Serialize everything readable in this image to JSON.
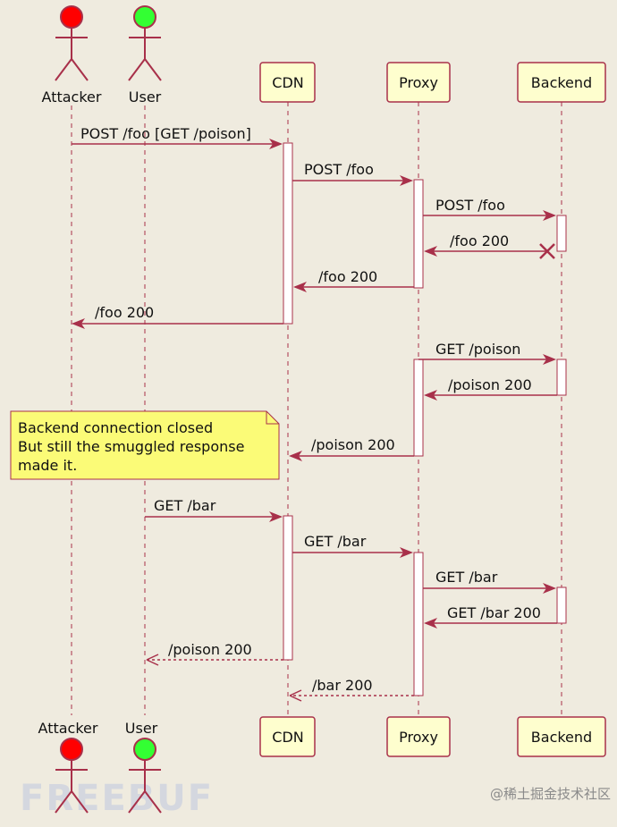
{
  "participants": [
    {
      "id": "attacker",
      "label": "Attacker",
      "kind": "actor",
      "color": "#ff0000"
    },
    {
      "id": "user",
      "label": "User",
      "kind": "actor",
      "color": "#33ff33"
    },
    {
      "id": "cdn",
      "label": "CDN",
      "kind": "participant"
    },
    {
      "id": "proxy",
      "label": "Proxy",
      "kind": "participant"
    },
    {
      "id": "backend",
      "label": "Backend",
      "kind": "participant"
    }
  ],
  "messages": [
    {
      "from": "attacker",
      "to": "cdn",
      "label": "POST /foo [GET /poison]",
      "style": "solid"
    },
    {
      "from": "cdn",
      "to": "proxy",
      "label": "POST /foo",
      "style": "solid"
    },
    {
      "from": "proxy",
      "to": "backend",
      "label": "POST /foo",
      "style": "solid"
    },
    {
      "from": "backend",
      "to": "proxy",
      "label": "/foo 200",
      "style": "solid",
      "destroy": true
    },
    {
      "from": "proxy",
      "to": "cdn",
      "label": "/foo 200",
      "style": "solid"
    },
    {
      "from": "cdn",
      "to": "attacker",
      "label": "/foo 200",
      "style": "solid"
    },
    {
      "from": "proxy",
      "to": "backend",
      "label": "GET /poison",
      "style": "solid"
    },
    {
      "from": "backend",
      "to": "proxy",
      "label": "/poison 200",
      "style": "solid"
    },
    {
      "from": "proxy",
      "to": "cdn",
      "label": "/poison 200",
      "style": "solid"
    },
    {
      "from": "user",
      "to": "cdn",
      "label": "GET /bar",
      "style": "solid"
    },
    {
      "from": "cdn",
      "to": "proxy",
      "label": "GET /bar",
      "style": "solid"
    },
    {
      "from": "proxy",
      "to": "backend",
      "label": "GET /bar",
      "style": "solid"
    },
    {
      "from": "backend",
      "to": "proxy",
      "label": "GET /bar 200",
      "style": "solid"
    },
    {
      "from": "cdn",
      "to": "user",
      "label": "/poison 200",
      "style": "dashed"
    },
    {
      "from": "proxy",
      "to": "cdn",
      "label": "/bar 200",
      "style": "dashed"
    }
  ],
  "note": {
    "lines": [
      "Backend connection closed",
      "But still the smuggled response",
      "made it."
    ]
  },
  "watermark": {
    "text": "@稀土掘金技术社区",
    "logo": "FREEBUF"
  }
}
